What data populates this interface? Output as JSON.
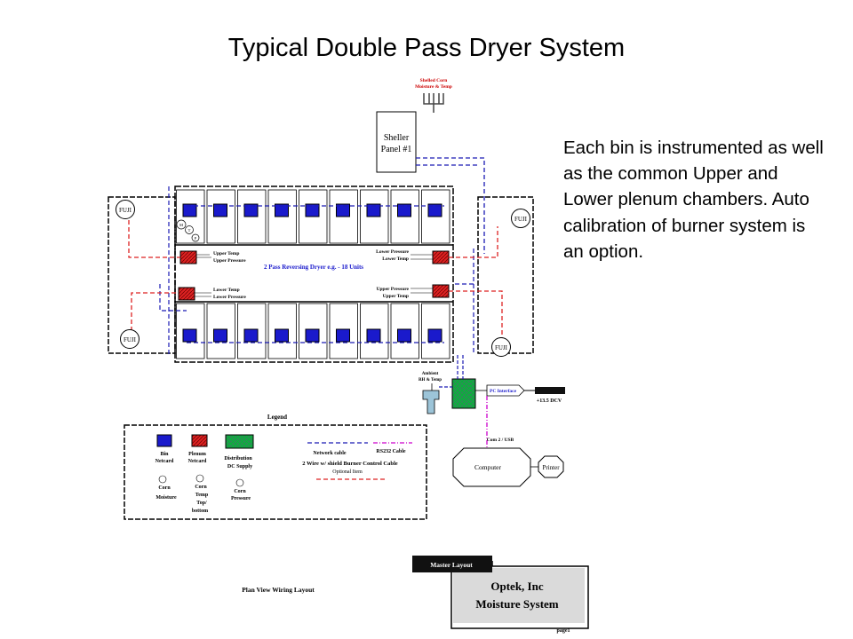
{
  "slide": {
    "title": "Typical Double Pass Dryer System",
    "description": "Each bin is instrumented as well as the common Upper and Lower plenum chambers. Auto calibration of burner system is an option."
  },
  "diagram": {
    "sheller": {
      "sensor_label": [
        "Shelled Corn",
        "Moisture & Temp"
      ],
      "panel_label": [
        "Sheller",
        "Panel #1"
      ]
    },
    "dryer_label": "2 Pass Reversing Dryer e.g. - 18 Units",
    "fuji_label": "FUJI",
    "bin_sensor_labels": {
      "moisture": "M",
      "temp": "T",
      "pressure": "P"
    },
    "plenum_labels": {
      "upper_left": [
        "Upper Temp",
        "Upper Pressure"
      ],
      "upper_right": [
        "Lower Pressure",
        "Lower Temp"
      ],
      "lower_left": [
        "Lower Temp",
        "Lower Pressure"
      ],
      "lower_right": [
        "Upper Pressure",
        "Upper Temp"
      ]
    },
    "ambient_label": [
      "Ambient",
      "RH & Temp"
    ],
    "pc_interface": "PC Interface",
    "power_label": "+13.5 DCV",
    "com_label": "Com 2 / USB",
    "computer": "Computer",
    "printer": "Printer",
    "legend": {
      "title": "Legend",
      "bin_netcard": [
        "Bin",
        "Netcard"
      ],
      "plenum_netcard": [
        "Plenum",
        "Netcard"
      ],
      "distribution": [
        "Distribution",
        "DC Supply"
      ],
      "corn_moisture": [
        "Corn",
        "Moisture"
      ],
      "corn_temp": [
        "Corn",
        "Temp",
        "Top/",
        "bottom"
      ],
      "corn_pressure": [
        "Corn",
        "Pressure"
      ],
      "network_cable": "Network cable",
      "rs232_cable": "RS232 Cable",
      "burner_cable": "2 Wire w/ shield Burner Control Cable",
      "optional": "Optional Item"
    },
    "plan_view": "Plan View Wiring Layout",
    "title_block": {
      "tab": "Master Layout",
      "company": "Optek, Inc",
      "system": "Moisture System",
      "page": "page1"
    }
  },
  "colors": {
    "netcard_blue": "#1a1acc",
    "plenum_red": "#dd2222",
    "network_blue": "#1a1ab4",
    "burner_red": "#dd2222",
    "rs232_purple": "#cc00cc",
    "distribution_green": "#2e8b57"
  }
}
